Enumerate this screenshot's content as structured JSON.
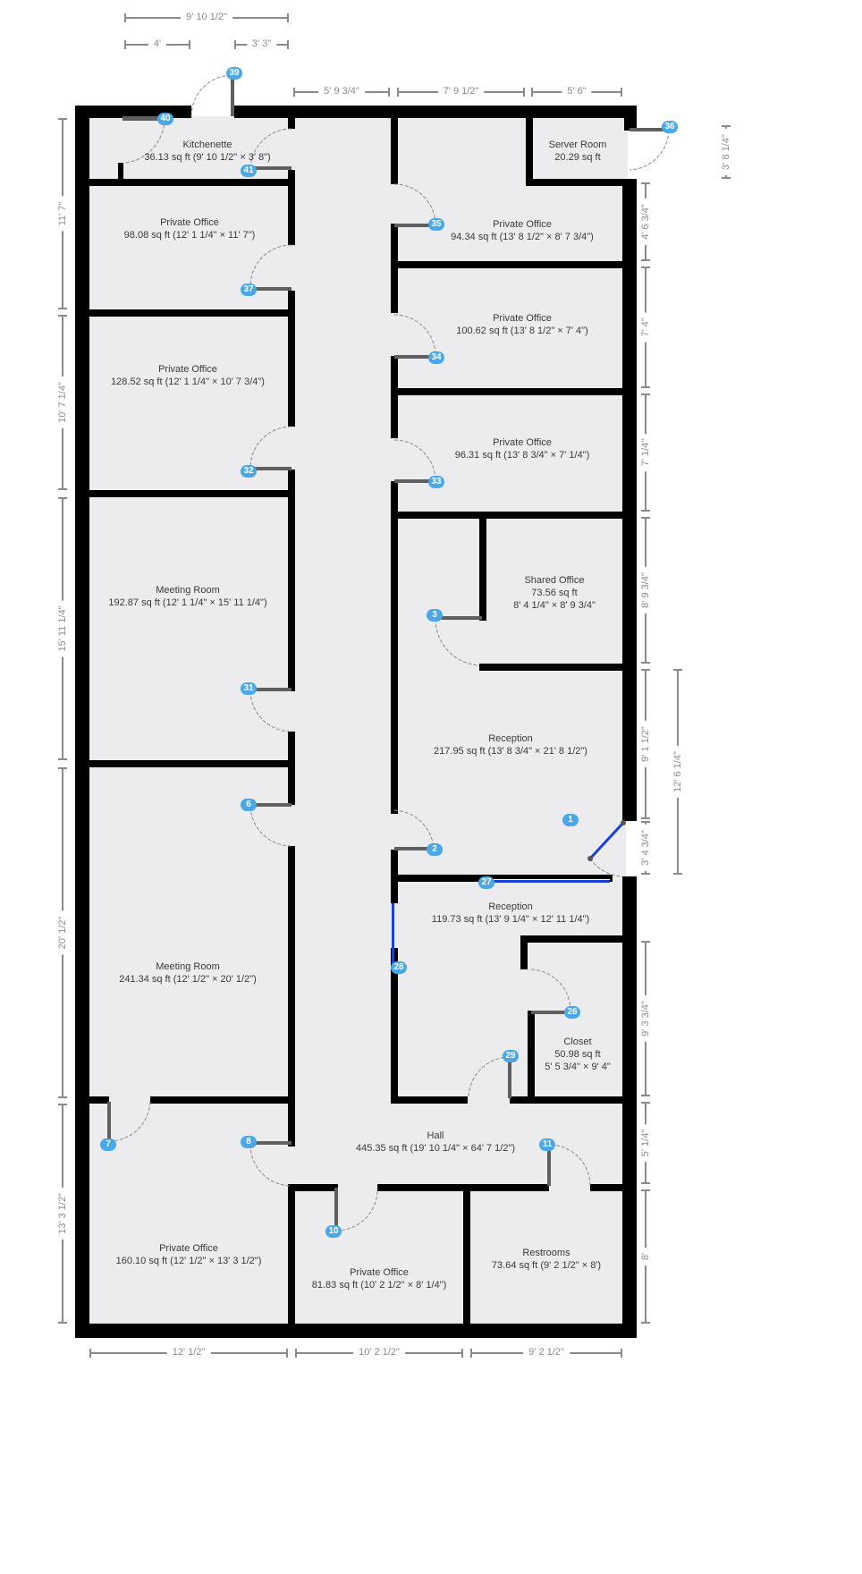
{
  "plan": {
    "rooms": [
      {
        "name": "Kitchenette",
        "area": "36.13 sq ft (9' 10 1/2\" × 3' 8\")"
      },
      {
        "name": "Private Office",
        "area": "98.08 sq ft (12' 1 1/4\" × 11' 7\")"
      },
      {
        "name": "Private Office",
        "area": "128.52 sq ft (12' 1 1/4\" × 10' 7 3/4\")"
      },
      {
        "name": "Meeting Room",
        "area": "192.87 sq ft (12' 1 1/4\" × 15' 11 1/4\")"
      },
      {
        "name": "Meeting Room",
        "area": "241.34 sq ft (12' 1/2\" × 20' 1/2\")"
      },
      {
        "name": "Private Office",
        "area": "160.10 sq ft (12' 1/2\" × 13' 3 1/2\")"
      },
      {
        "name": "Private Office",
        "area": "81.83 sq ft (10' 2 1/2\" × 8' 1/4\")"
      },
      {
        "name": "Restrooms",
        "area": "73.64 sq ft (9' 2 1/2\" × 8')"
      },
      {
        "name": "Hall",
        "area": "445.35 sq ft (19' 10 1/4\" × 64' 7 1/2\")"
      },
      {
        "name": "Server Room",
        "area": "20.29 sq ft"
      },
      {
        "name": "Private Office",
        "area": "94.34 sq ft (13' 8 1/2\" × 8' 7 3/4\")"
      },
      {
        "name": "Private Office",
        "area": "100.62 sq ft (13' 8 1/2\" × 7' 4\")"
      },
      {
        "name": "Private Office",
        "area": "96.31 sq ft (13' 8 3/4\" × 7' 1/4\")"
      },
      {
        "name": "Shared Office",
        "area": "73.56 sq ft",
        "dims": "8' 4 1/4\" × 8' 9 3/4\""
      },
      {
        "name": "Reception",
        "area": "217.95 sq ft (13' 8 3/4\" × 21' 8 1/2\")"
      },
      {
        "name": "Reception",
        "area": "119.73 sq ft (13' 9 1/4\" × 12' 11 1/4\")"
      },
      {
        "name": "Closet",
        "area": "50.98 sq ft",
        "dims": "5' 5 3/4\" × 9' 4\""
      }
    ],
    "markers": [
      "39",
      "40",
      "41",
      "37",
      "32",
      "31",
      "6",
      "7",
      "8",
      "10",
      "11",
      "29",
      "26",
      "28",
      "27",
      "2",
      "1",
      "3",
      "33",
      "34",
      "35",
      "36"
    ],
    "dimensions": {
      "top": [
        "9' 10 1/2\"",
        "4'",
        "3' 3\"",
        "5' 9 3/4\"",
        "7' 9 1/2\"",
        "5' 6\""
      ],
      "left": [
        "11' 7\"",
        "10' 7 1/4\"",
        "15' 11 1/4\"",
        "20' 1/2\"",
        "13' 3 1/2\""
      ],
      "right": [
        "3' 8 1/4\"",
        "4' 6 3/4\"",
        "7' 4\"",
        "7' 1/4\"",
        "8' 9 3/4\"",
        "9' 1 1/2\"",
        "12' 6 1/4\"",
        "3' 4 3/4\"",
        "9' 3 3/4\"",
        "5' 1/4\"",
        "8'"
      ],
      "bottom": [
        "12' 1/2\"",
        "10' 2 1/2\"",
        "9' 2 1/2\""
      ]
    },
    "colors": {
      "wall": "#000000",
      "floor": "#ececee",
      "marker": "#4aa8e6",
      "dimension": "#8a8a8a",
      "opening": "#1a3fd9"
    }
  }
}
